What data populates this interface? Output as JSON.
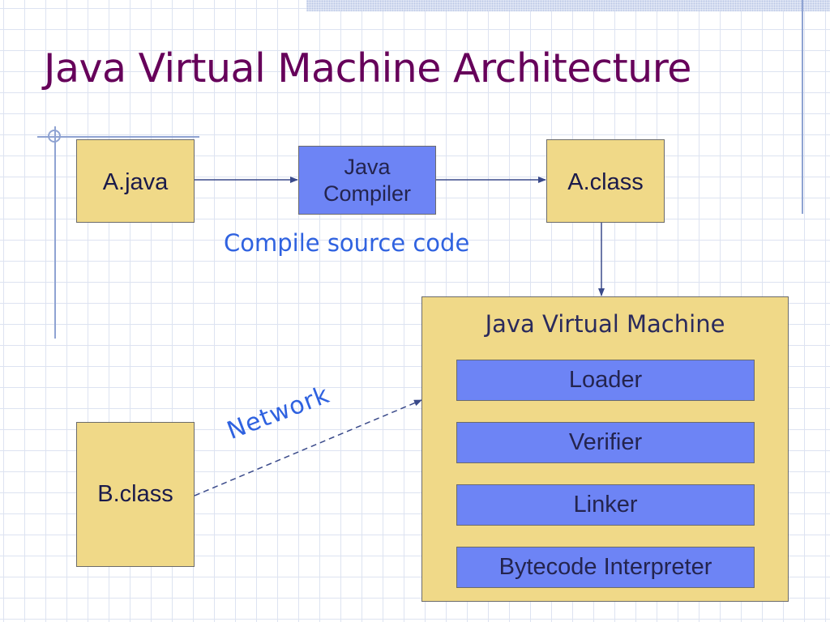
{
  "slide": {
    "title": "Java Virtual Machine Architecture"
  },
  "diagram": {
    "nodes": {
      "a_java": "A.java",
      "compiler_line1": "Java",
      "compiler_line2": "Compiler",
      "a_class": "A.class",
      "b_class": "B.class"
    },
    "captions": {
      "compile": "Compile source code",
      "network": "Network"
    },
    "jvm": {
      "title": "Java Virtual Machine",
      "stages": [
        "Loader",
        "Verifier",
        "Linker",
        "Bytecode Interpreter"
      ]
    }
  },
  "colors": {
    "title": "#66005a",
    "file_box_fill": "#f0d988",
    "process_box_fill": "#6d84f5",
    "caption_text": "#2f62e0",
    "connector": "#3a4a8a"
  }
}
